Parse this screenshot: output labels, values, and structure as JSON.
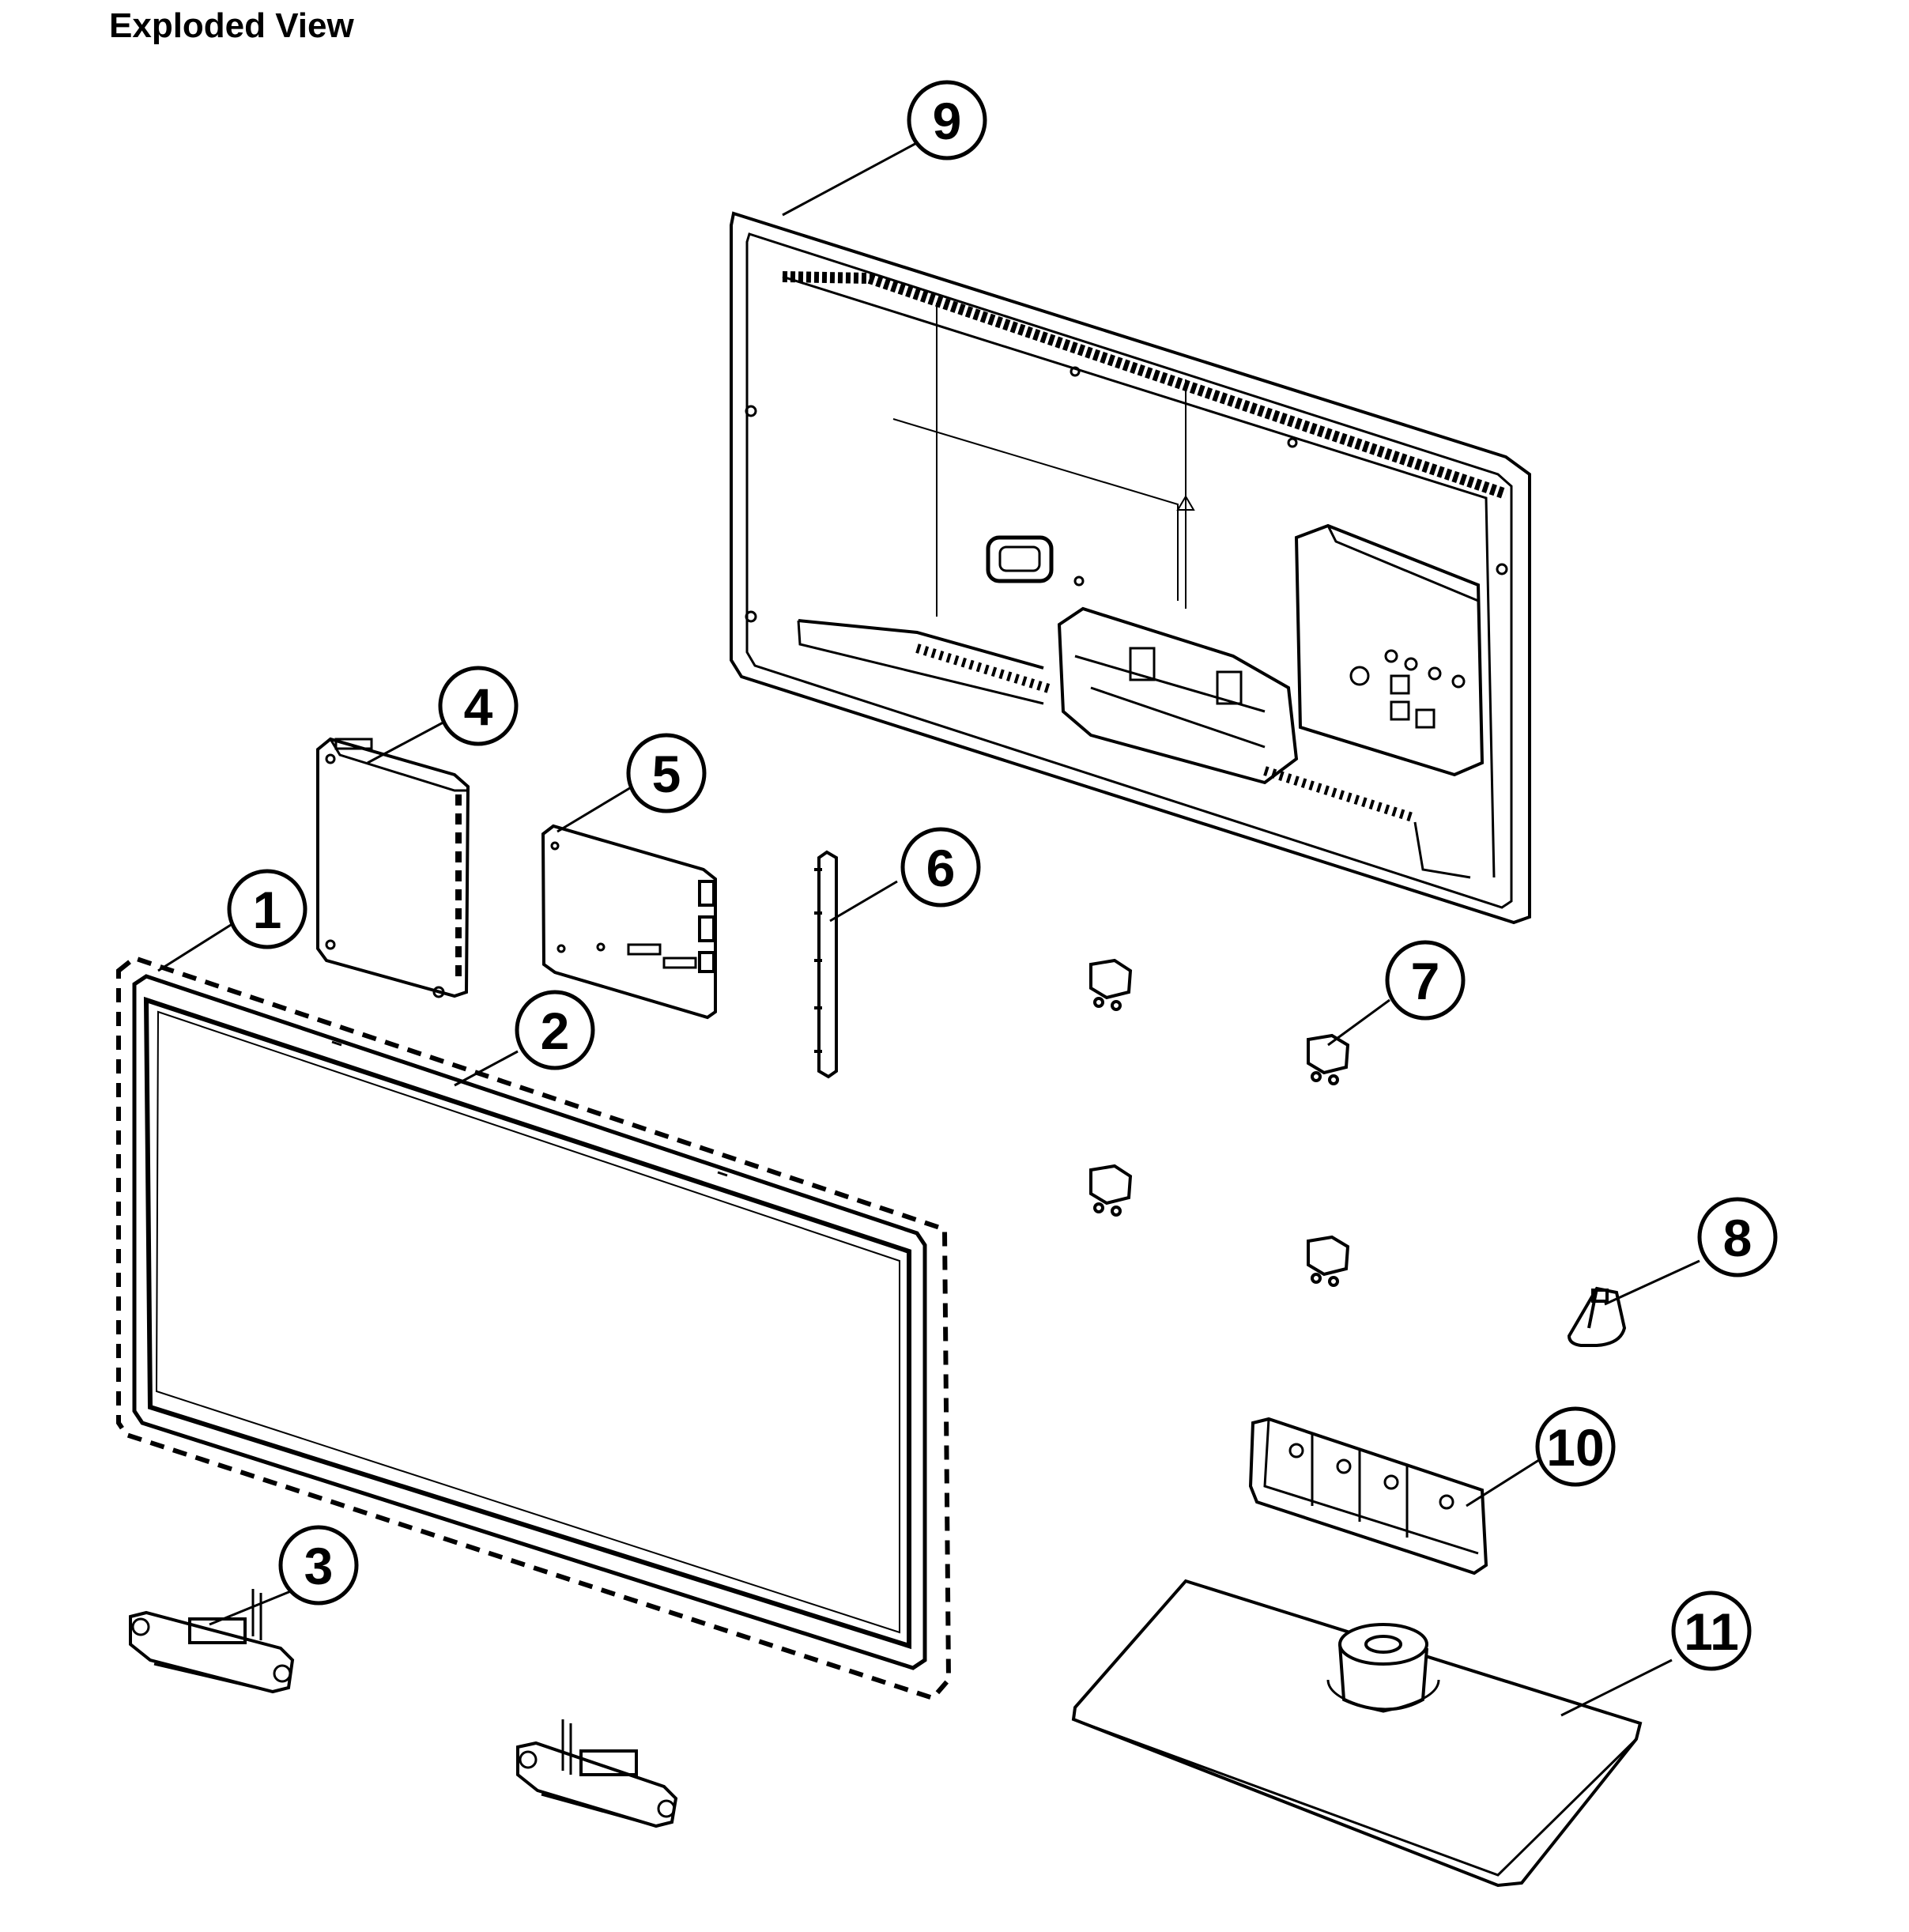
{
  "title": "Exploded View",
  "callouts": [
    {
      "id": 1,
      "label": "1"
    },
    {
      "id": 2,
      "label": "2"
    },
    {
      "id": 3,
      "label": "3"
    },
    {
      "id": 4,
      "label": "4"
    },
    {
      "id": 5,
      "label": "5"
    },
    {
      "id": 6,
      "label": "6"
    },
    {
      "id": 7,
      "label": "7"
    },
    {
      "id": 8,
      "label": "8"
    },
    {
      "id": 9,
      "label": "9"
    },
    {
      "id": 10,
      "label": "10"
    },
    {
      "id": 11,
      "label": "11"
    }
  ],
  "colors": {
    "line": "#000000",
    "background": "#ffffff",
    "fill_light": "#f4f4f4"
  }
}
